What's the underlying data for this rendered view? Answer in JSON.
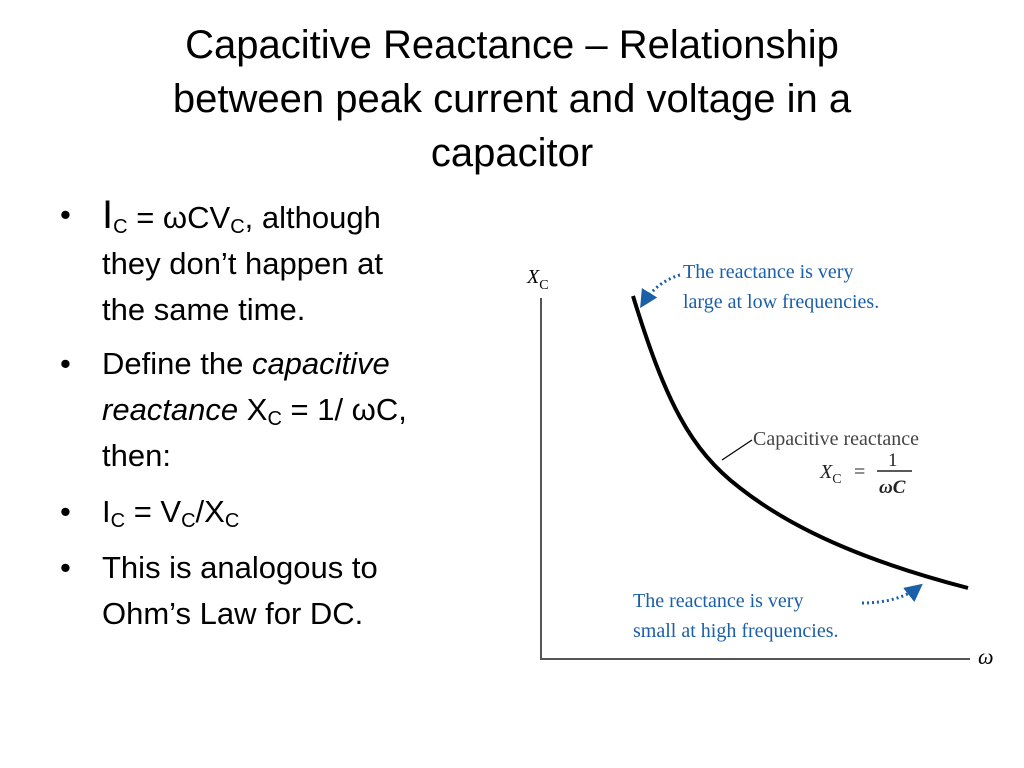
{
  "slide": {
    "title_lines": [
      "Capacitive Reactance – Relationship",
      "between peak current and voltage in a",
      "capacitor"
    ]
  },
  "bullets": {
    "b1": {
      "I": "I",
      "sub1": "C",
      "mid": " = ωCV",
      "sub2": "C",
      "rest1": ", although",
      "line2": "they don’t happen at",
      "line3": "the same time."
    },
    "b2": {
      "pre": "Define the ",
      "em1": "capacitive",
      "em2": "reactance",
      "x": " X",
      "sub": "C",
      "post": " = 1/ ωC,",
      "line3": "then:"
    },
    "b3": {
      "I": "I",
      "sub1": "C",
      "eq": " = V",
      "sub2": "C",
      "slash": "/X",
      "sub3": "C"
    },
    "b4": {
      "line1": "This is analogous to",
      "line2": "Ohm’s Law for DC."
    }
  },
  "graph": {
    "y_axis_symbol": "X",
    "y_axis_sub": "C",
    "x_axis_symbol": "ω",
    "annotation_top": [
      "The reactance is very",
      "large at low frequencies."
    ],
    "annotation_bottom": [
      "The reactance is very",
      "small at high frequencies."
    ],
    "curve_label": "Capacitive reactance",
    "formula_x": "X",
    "formula_sub": "C",
    "formula_eq": "=",
    "formula_num": "1",
    "formula_den": "ωC",
    "colors": {
      "annotation": "#1a5fa8",
      "curve": "#000000"
    }
  }
}
